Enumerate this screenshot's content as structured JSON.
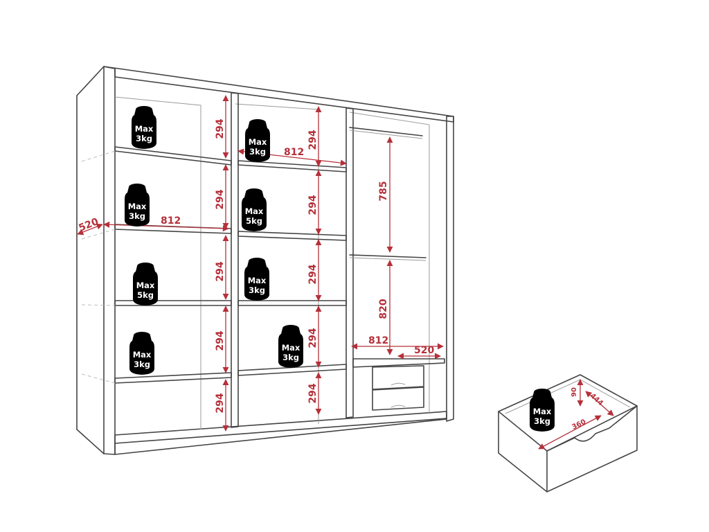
{
  "colors": {
    "outline": "#444444",
    "dimension": "#b5303a",
    "weight": "#000000"
  },
  "weights": {
    "w1": [
      "Max",
      "3kg"
    ],
    "w2": [
      "Max",
      "3kg"
    ],
    "w3": [
      "Max",
      "3kg"
    ],
    "w4": [
      "Max",
      "5kg"
    ],
    "w5": [
      "Max",
      "5kg"
    ],
    "w6": [
      "Max",
      "3kg"
    ],
    "w7": [
      "Max",
      "3kg"
    ],
    "w8": [
      "Max",
      "3kg"
    ],
    "w9": [
      "Max",
      "3kg"
    ]
  },
  "dims": {
    "depth_left": "520",
    "width_left": "812",
    "width_mid": "812",
    "width_right": "812",
    "depth_right": "520",
    "h_left_1": "294",
    "h_left_2": "294",
    "h_left_3": "294",
    "h_left_4": "294",
    "h_left_5": "294",
    "h_mid_1": "294",
    "h_mid_2": "294",
    "h_mid_3": "294",
    "h_mid_4": "294",
    "h_mid_5": "294",
    "hang_upper": "785",
    "hang_lower": "820",
    "drawer_height": "90",
    "drawer_depth": "444",
    "drawer_width": "360"
  }
}
